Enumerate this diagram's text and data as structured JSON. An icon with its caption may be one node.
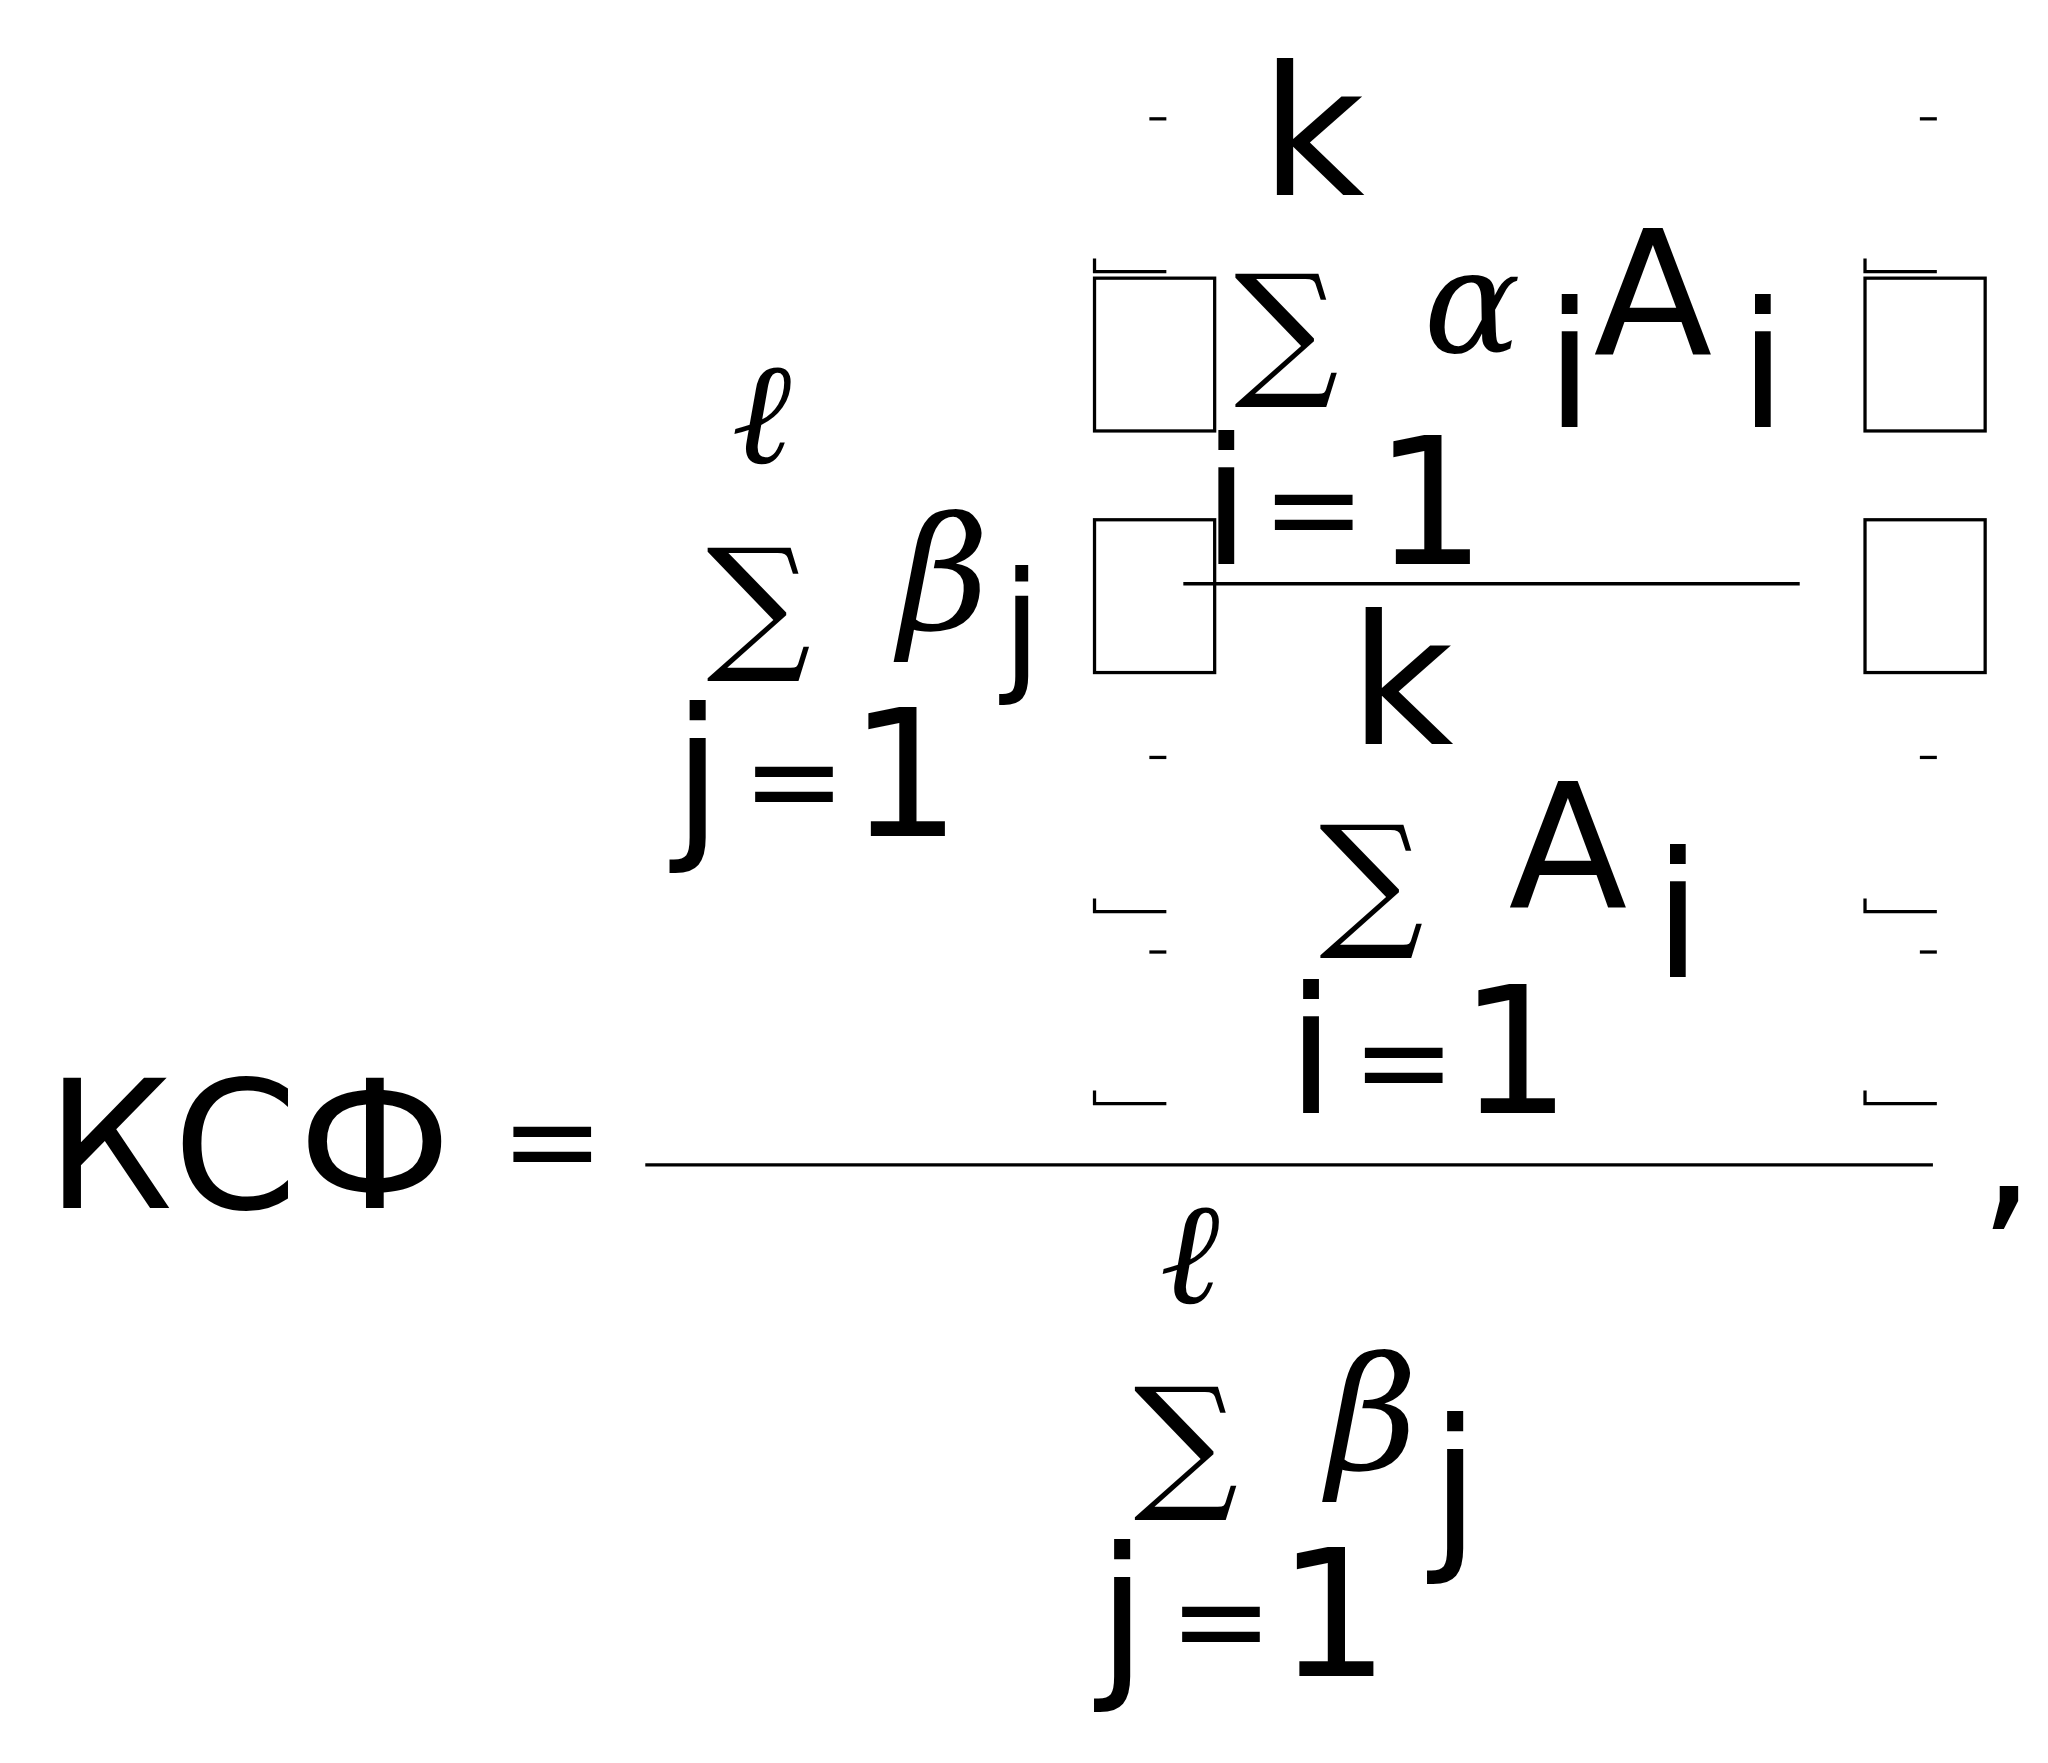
{
  "diagram": {
    "labels": [
      "k",
      "ℓ",
      "∑",
      "α",
      "i",
      "A",
      "i",
      "∑",
      "β",
      "j",
      "i",
      "=",
      "1",
      "k",
      "∑",
      "A",
      "i",
      "КСФ",
      "=",
      "j",
      "=",
      "1",
      "i",
      "=",
      "1",
      ",",
      "ℓ",
      "∑",
      "β",
      "j",
      "j",
      "=",
      "1"
    ]
  }
}
